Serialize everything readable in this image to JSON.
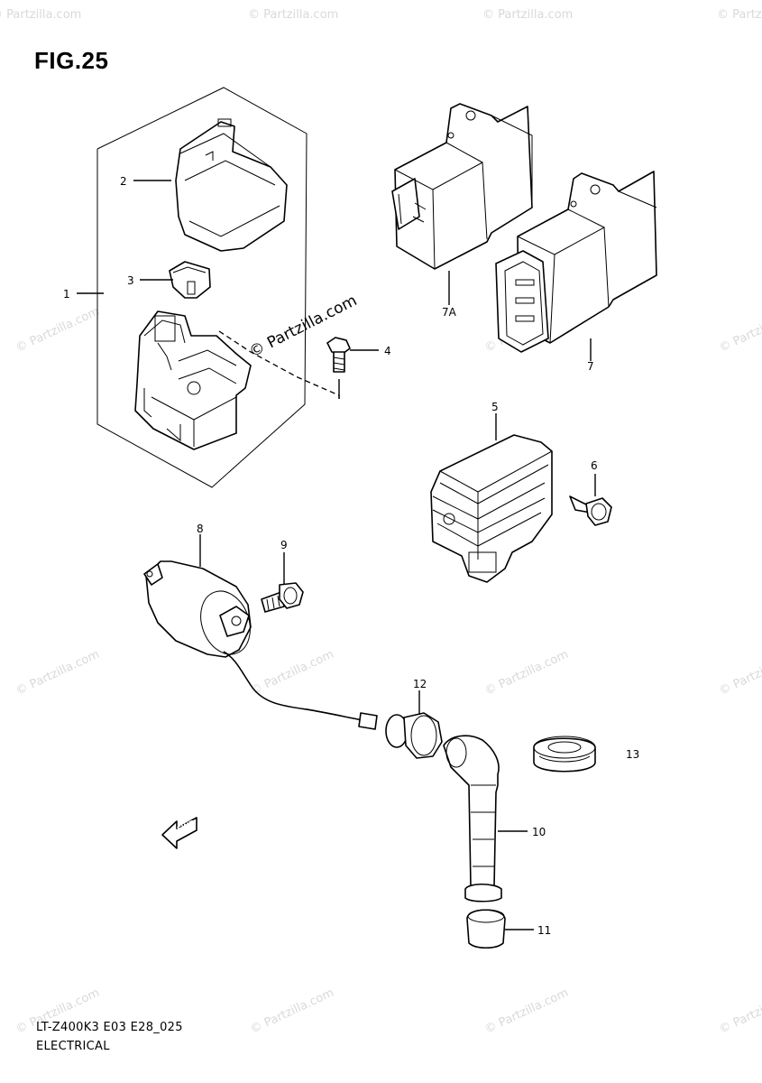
{
  "figure": {
    "title": "FIG.25",
    "model_code": "LT-Z400K3 E03 E28_025",
    "section_name": "ELECTRICAL"
  },
  "callouts": [
    "1",
    "2",
    "3",
    "4",
    "5",
    "6",
    "7",
    "7A",
    "8",
    "9",
    "10",
    "11",
    "12",
    "13"
  ],
  "brand_watermark": "© Partzilla.com",
  "background_watermark": "© Partzilla.com",
  "fwd_arrow_label": "FWD"
}
